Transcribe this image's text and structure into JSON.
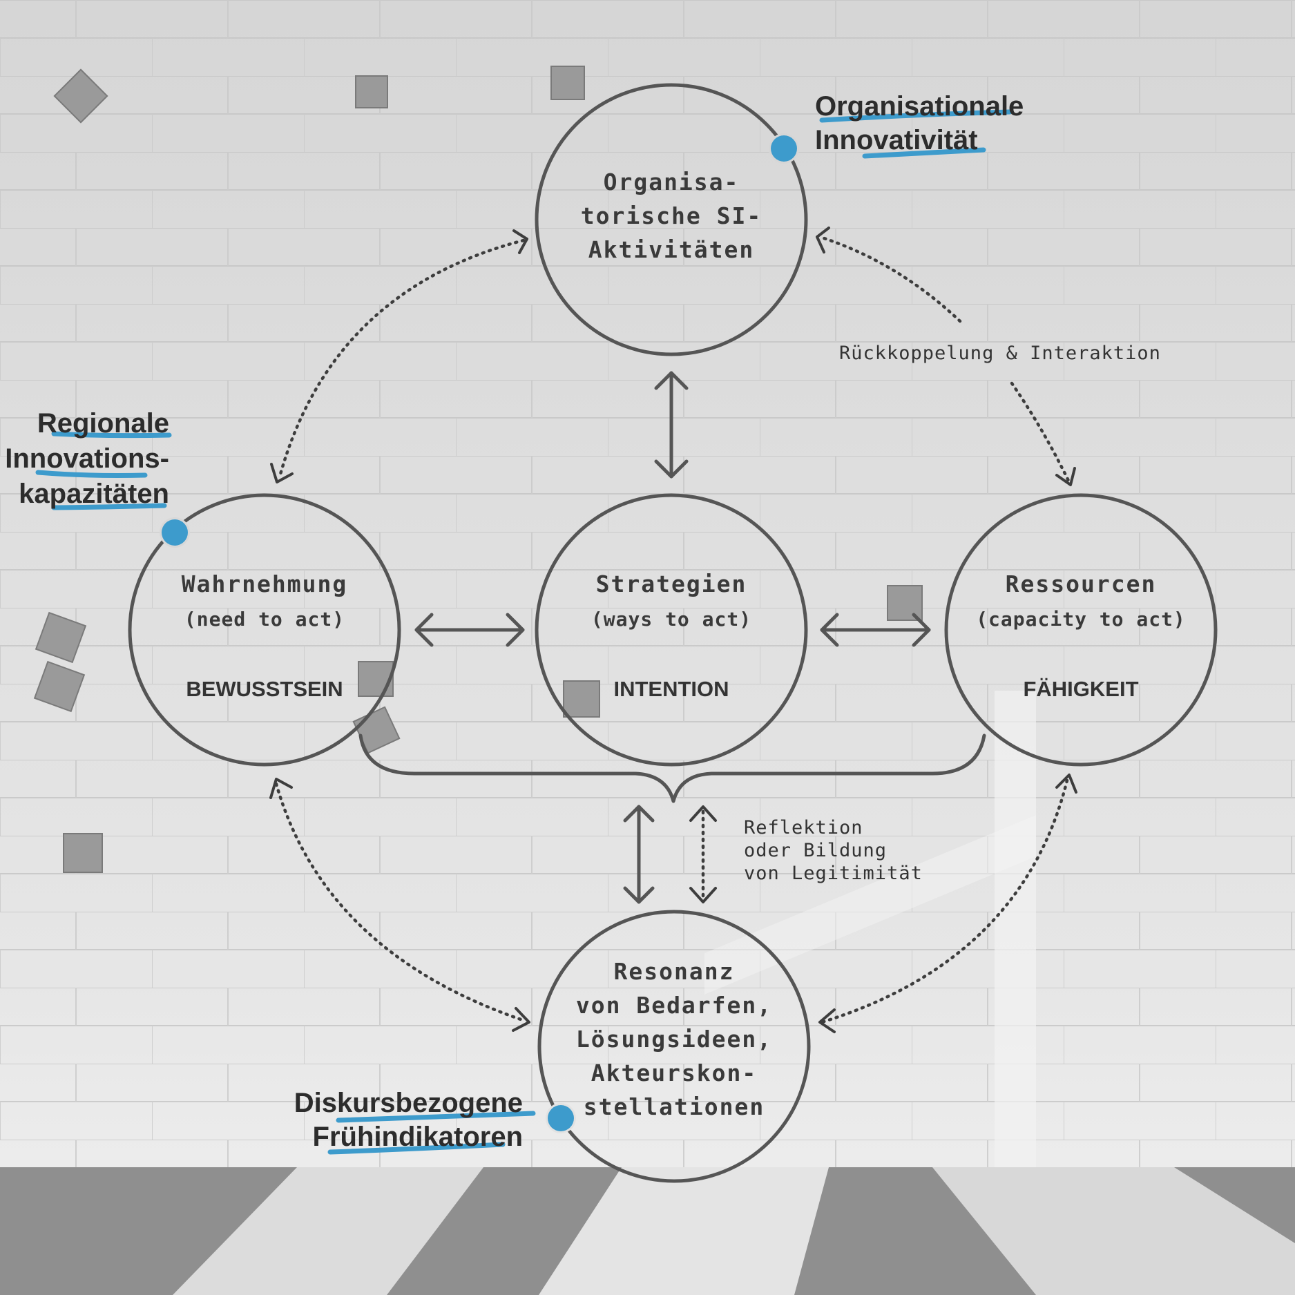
{
  "diagram": {
    "top_circle": {
      "lines": [
        "Organisa-",
        "torische SI-",
        "Aktivitäten"
      ]
    },
    "left_circle": {
      "title": "Wahrnehmung",
      "subtitle": "(need to act)",
      "caption": "BEWUSSTSEIN"
    },
    "center_circle": {
      "title": "Strategien",
      "subtitle": "(ways to act)",
      "caption": "INTENTION"
    },
    "right_circle": {
      "title": "Ressourcen",
      "subtitle": "(capacity to act)",
      "caption": "FÄHIGKEIT"
    },
    "bottom_circle": {
      "lines": [
        "Resonanz",
        "von Bedarfen,",
        "Lösungsideen,",
        "Akteurskon-",
        "stellationen"
      ]
    },
    "feedback_label": "Rückkoppelung & Interaktion",
    "reflection_label": [
      "Reflektion",
      "oder Bildung",
      "von Legitimität"
    ],
    "highlight_top": [
      "Organisationale",
      "Innovativität"
    ],
    "highlight_left": [
      "Regionale",
      "Innovations-",
      "kapazitäten"
    ],
    "highlight_bottom": [
      "Diskursbezogene",
      "Frühindikatoren"
    ],
    "colors": {
      "accent": "#3d9bcc",
      "stroke": "#555555",
      "text": "#333333"
    }
  }
}
